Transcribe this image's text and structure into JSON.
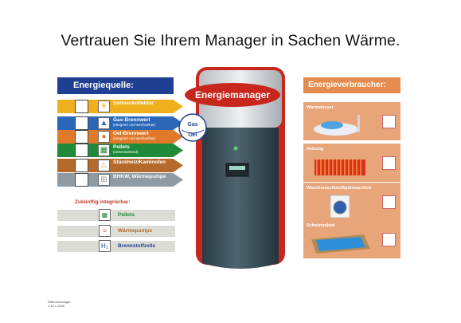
{
  "headline": "Vertrauen Sie Ihrem Manager in Sachen Wärme.",
  "sources": {
    "title": "Energiequelle:",
    "items": [
      {
        "label": "Sonnenkollektor",
        "sub": "",
        "color": "#f0b01e",
        "text_color": "#ffffff",
        "icon": "sun-icon",
        "glyph": "☀"
      },
      {
        "label": "Gas-Brennwert",
        "sub": "(integriert und wechselbar)",
        "color": "#2a67b8",
        "text_color": "#ffffff",
        "icon": "gas-flame-icon",
        "glyph": "▲"
      },
      {
        "label": "Oel-Brennwert",
        "sub": "(integriert und wechselbar)",
        "color": "#e07a2a",
        "text_color": "#ffffff",
        "icon": "oil-drop-icon",
        "glyph": "●"
      },
      {
        "label": "Pellets",
        "sub": "(nebenstehend)",
        "color": "#1f8a3a",
        "text_color": "#ffffff",
        "icon": "pellets-icon",
        "glyph": "▦"
      },
      {
        "label": "Stückholz/Kaminofen",
        "sub": "",
        "color": "#b56a2c",
        "text_color": "#ffffff",
        "icon": "fire-icon",
        "glyph": "♨"
      },
      {
        "label": "BHKW, Wärmepumpe",
        "sub": "",
        "color": "#8f9aa3",
        "text_color": "#ffffff",
        "icon": "bhkw-icon",
        "glyph": "⊞"
      }
    ]
  },
  "future": {
    "title": "Zukünftig integrierbar:",
    "items": [
      {
        "label": "Pellets",
        "color": "#1f8a3a",
        "icon": "pellets-icon",
        "glyph": "▦"
      },
      {
        "label": "Wärmepumpe",
        "color": "#b56a2c",
        "icon": "heat-pump-icon",
        "glyph": "≡"
      },
      {
        "label": "Brennstoffzelle",
        "color": "#1f3f92",
        "icon": "h2-icon",
        "glyph": "H₂"
      }
    ]
  },
  "consumers": {
    "title": "Energieverbraucher:",
    "items": [
      {
        "label": "Warmwasser",
        "icon": "bathtub-icon"
      },
      {
        "label": "Heizung",
        "icon": "radiator-icon"
      },
      {
        "label": "Waschmaschine/Spülmaschine",
        "icon": "washing-machine-icon"
      },
      {
        "label": "Schwimmbad",
        "icon": "pool-icon"
      }
    ]
  },
  "manager": {
    "label": "Energiemanager",
    "gas_label": "Gas",
    "oel_label": "Oel"
  },
  "footnote": {
    "line1": "Wärmemanager",
    "line2": "1.10.1.2000"
  },
  "colors": {
    "navy": "#1f3f92",
    "orange": "#e58b4c",
    "red": "#c8271e",
    "tank": "#3f5560"
  }
}
